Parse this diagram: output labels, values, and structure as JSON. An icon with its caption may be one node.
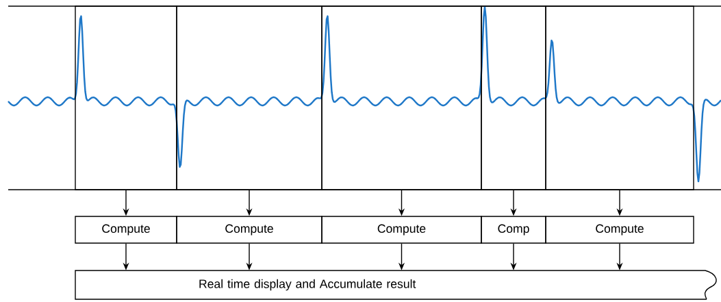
{
  "diagram": {
    "nodes": [
      {
        "text": [],
        "shape": "box"
      },
      {
        "text": [],
        "shape": "box"
      },
      {
        "text": [],
        "shape": "box"
      },
      {
        "text": [],
        "shape": "box"
      },
      {
        "text": [],
        "shape": "box"
      },
      {
        "text": [
          "Compute"
        ]
      },
      {
        "text": [
          "Compute"
        ]
      },
      {
        "text": [
          "Compute"
        ]
      },
      {
        "text": [
          "Comp"
        ]
      },
      {
        "text": [
          "Compute"
        ]
      },
      {
        "text": [
          "Real time display and Accumulate result"
        ]
      }
    ],
    "edges": [
      {
        "from": 0,
        "to": 5,
        "arrow": "to"
      },
      {
        "from": 1,
        "to": 6,
        "arrow": "to"
      },
      {
        "from": 2,
        "to": 7,
        "arrow": "to"
      },
      {
        "from": 3,
        "to": 8,
        "arrow": "to"
      },
      {
        "from": 4,
        "to": 9,
        "arrow": "to"
      },
      {
        "from": 5,
        "to": 10,
        "arrow": "to"
      },
      {
        "from": 6,
        "to": 10,
        "arrow": "to"
      },
      {
        "from": 7,
        "to": 10,
        "arrow": "to"
      },
      {
        "from": 8,
        "to": 10,
        "arrow": "to"
      },
      {
        "from": 9,
        "to": 10,
        "arrow": "to"
      }
    ]
  }
}
